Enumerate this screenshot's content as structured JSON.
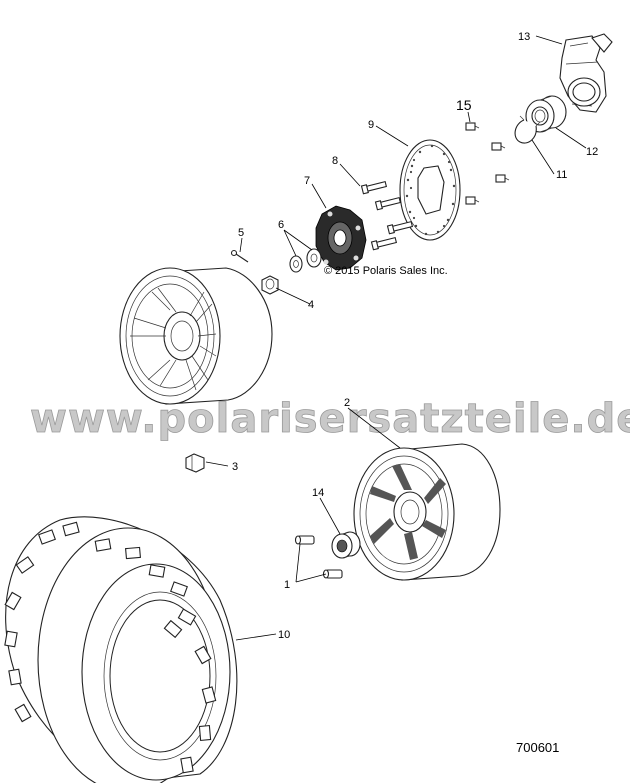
{
  "watermark": "www.polarisersatzteile.de",
  "copyright": "© 2015 Polaris Sales Inc.",
  "document_number": "700601",
  "callouts": {
    "c1": "1",
    "c2": "2",
    "c3": "3",
    "c4": "4",
    "c5": "5",
    "c6": "6",
    "c7": "7",
    "c8": "8",
    "c9": "9",
    "c10": "10",
    "c11": "11",
    "c12": "12",
    "c13": "13",
    "c14": "14",
    "c15": "15"
  }
}
